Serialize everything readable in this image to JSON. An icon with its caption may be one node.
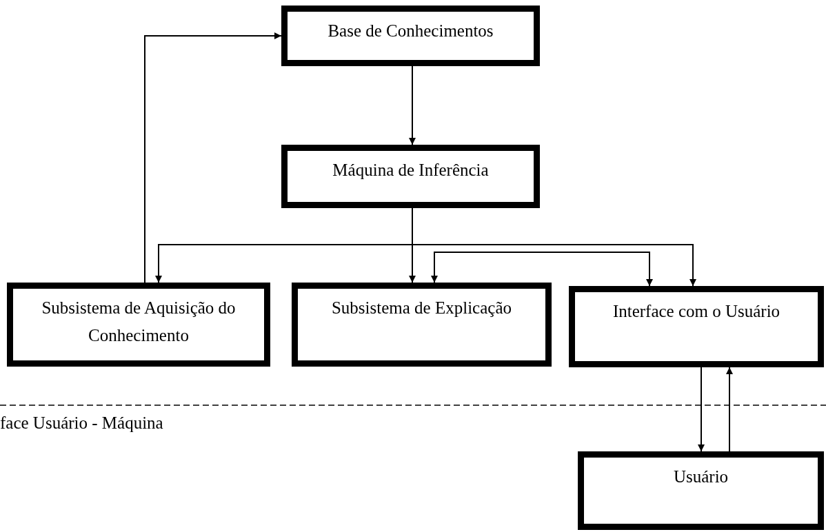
{
  "diagram": {
    "nodes": [
      {
        "text": [
          "Base de Conhecimentos"
        ]
      },
      {
        "text": [
          "Máquina de Inferência"
        ]
      },
      {
        "text": [
          "Subsistema de Aquisição do Conhecimento"
        ]
      },
      {
        "text": [
          "Subsistema de Explicação"
        ]
      },
      {
        "text": [
          "Interface com o Usuário"
        ]
      },
      {
        "text": [
          "Usuário"
        ]
      }
    ],
    "edges": [
      {
        "from": 1,
        "to": 2,
        "arrow": "to"
      },
      {
        "from": 1,
        "to": 3,
        "arrow": "to"
      },
      {
        "from": 1,
        "to": 4,
        "arrow": "to"
      },
      {
        "from": 0,
        "to": 1,
        "arrow": "to"
      },
      {
        "from": 2,
        "to": 0,
        "arrow": "to"
      },
      {
        "from": 3,
        "to": 4,
        "arrow": "both"
      },
      {
        "from": 4,
        "to": 5,
        "arrow": "to"
      },
      {
        "from": 5,
        "to": 4,
        "arrow": "to"
      }
    ],
    "labels": [
      "face Usuário - Máquina"
    ]
  }
}
